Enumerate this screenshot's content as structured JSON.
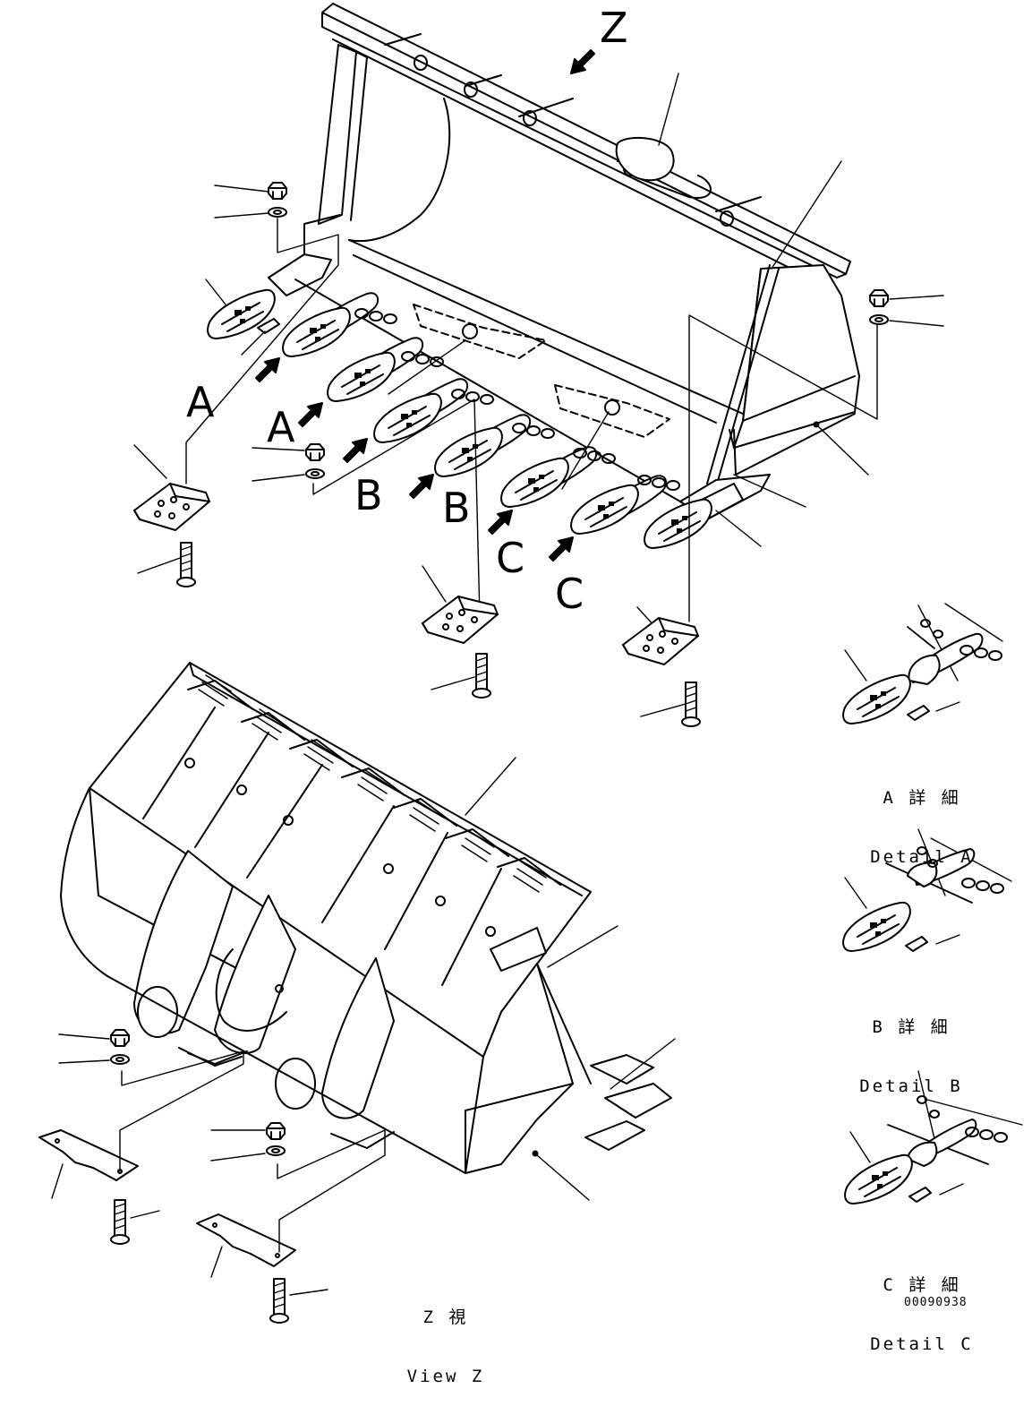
{
  "view_letter": "Z",
  "callouts": {
    "a1": "A",
    "a2": "A",
    "b1": "B",
    "b2": "B",
    "c1": "C",
    "c2": "C"
  },
  "details": {
    "a": {
      "jp": "A 詳 細",
      "en": "Detail A"
    },
    "b": {
      "jp": "B 詳 細",
      "en": "Detail B"
    },
    "c": {
      "jp": "C 詳 細",
      "en": "Detail C"
    }
  },
  "view_z": {
    "jp": "Z 視",
    "en": "View Z"
  },
  "drawing_number": "00090938"
}
